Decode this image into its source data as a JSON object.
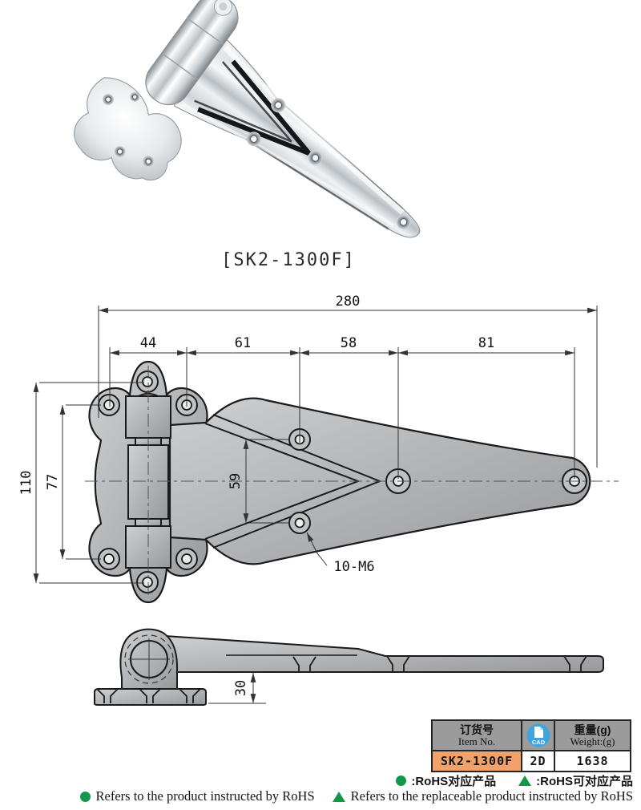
{
  "product": {
    "label": "[SK2-1300F]"
  },
  "drawing": {
    "dim_total": "280",
    "dim_a": "44",
    "dim_b": "61",
    "dim_c": "58",
    "dim_d": "81",
    "dim_height": "110",
    "dim_hole_span": "77",
    "dim_strap_holes": "59",
    "dim_side_height": "30",
    "thread_callout": "10-M6"
  },
  "table": {
    "col1_zh": "订货号",
    "col1_en": "Item No.",
    "cad_label": "CAD",
    "col3_zh": "重量(g)",
    "col3_en": "Weight:(g)",
    "item_no": "SK2-1300F",
    "cad_type": "2D",
    "weight": "1638"
  },
  "legend": {
    "zh_dot": ":RoHS对应产品",
    "zh_tri": ":RoHS可对应产品",
    "en_dot": "Refers to the product instructed by RoHS",
    "en_tri": "Refers to the replaceable product instructed by RoHS"
  },
  "colors": {
    "accent_orange": "#f0a26a",
    "header_gray": "#9b9b9b",
    "cad_blue": "#42a4dd",
    "rohs_green": "#13984b"
  }
}
